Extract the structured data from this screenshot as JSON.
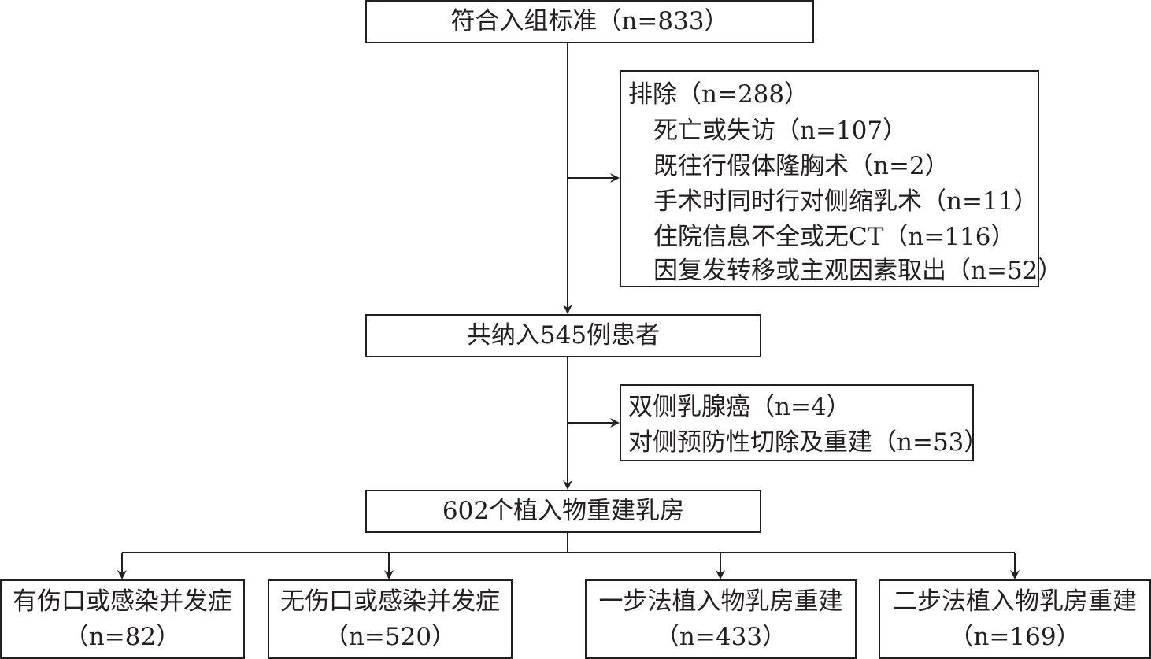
{
  "top_box": {
    "text": "符合入组标准（n=833）"
  },
  "exclusion_1": {
    "title": "排除（n=288）",
    "items": [
      "死亡或失访（n=107）",
      "既往行假体隆胸术（n=2）",
      "手术时同时行对侧缩乳术（n=11）",
      "住院信息不全或无CT（n=116）",
      "因复发转移或主观因素取出（n=52）"
    ]
  },
  "middle_box": {
    "text": "共纳入545例患者"
  },
  "exclusion_2": {
    "items": [
      "双侧乳腺癌（n=4）",
      "对侧预防性切除及重建（n=53）"
    ]
  },
  "breast_box": {
    "text": "602个植入物重建乳房"
  },
  "outcomes": [
    {
      "label": "有伤口或感染并发症",
      "count": "（n=82）"
    },
    {
      "label": "无伤口或感染并发症",
      "count": "（n=520）"
    },
    {
      "label": "一步法植入物乳房重建",
      "count": "（n=433）"
    },
    {
      "label": "二步法植入物乳房重建",
      "count": "（n=169）"
    }
  ]
}
